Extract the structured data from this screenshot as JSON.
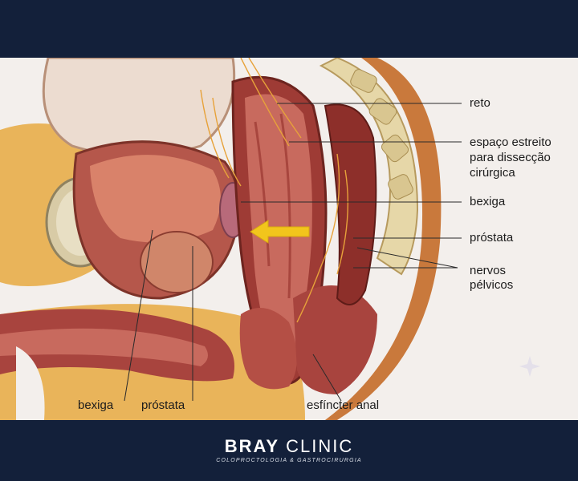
{
  "labels": {
    "reto": "reto",
    "espaco_line1": "espaço estreito",
    "espaco_line2": "para dissecção",
    "espaco_line3": "cirúrgica",
    "bexiga_right": "bexiga",
    "prostata_right": "próstata",
    "nervos_line1": "nervos",
    "nervos_line2": "pélvicos",
    "bexiga_bottom": "bexiga",
    "prostata_bottom": "próstata",
    "esfincter": "esfíncter anal"
  },
  "footer": {
    "brand_bold": "BRAY",
    "brand_light": "CLINIC",
    "tagline": "COLOPROCTOLOGIA & GASTROCIRURGIA"
  },
  "colors": {
    "navy": "#13203a",
    "arrow": "#f2c51c",
    "fat": "#e9b45a",
    "muscle": "#a8443e",
    "lumen": "#c86a5e"
  }
}
